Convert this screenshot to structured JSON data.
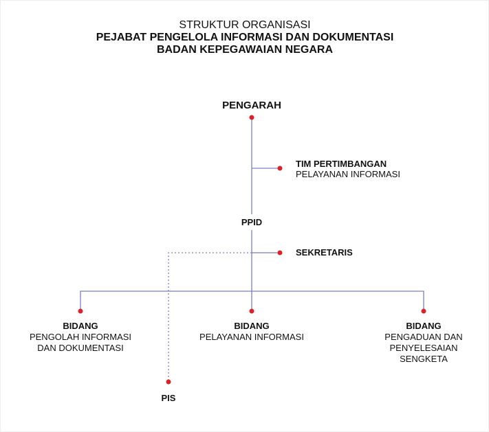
{
  "header": {
    "line1": "STRUKTUR ORGANISASI",
    "line2": "PEJABAT PENGELOLA INFORMASI DAN DOKUMENTASI",
    "line3": "BADAN KEPEGAWAIAN NEGARA"
  },
  "nodes": {
    "pengarah": "PENGARAH",
    "tim": {
      "title": "TIM PERTIMBANGAN",
      "sub": "PELAYANAN INFORMASI"
    },
    "ppid": "PPID",
    "sekretaris": "SEKRETARIS",
    "bidang1": {
      "title": "BIDANG",
      "sub1": "PENGOLAH INFORMASI",
      "sub2": "DAN DOKUMENTASI"
    },
    "bidang2": {
      "title": "BIDANG",
      "sub1": "PELAYANAN INFORMASI"
    },
    "bidang3": {
      "title": "BIDANG",
      "sub1": "PENGADUAN DAN",
      "sub2": "PENYELESAIAN",
      "sub3": "SENGKETA"
    },
    "pis": "PIS"
  },
  "colors": {
    "line": "#7b7fc4",
    "dot": "#d9232a"
  }
}
